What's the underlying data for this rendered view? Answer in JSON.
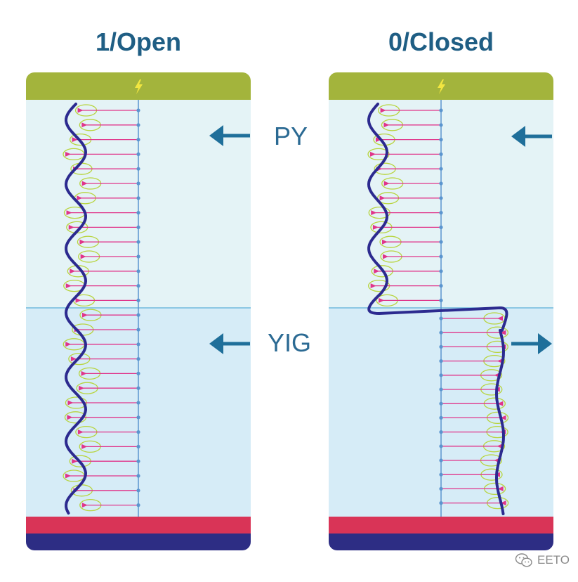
{
  "panels": {
    "open": {
      "title": "1/Open"
    },
    "closed": {
      "title": "0/Closed"
    }
  },
  "layers": {
    "top": "PY",
    "bottom": "YIG"
  },
  "watermark": {
    "text": "EETO"
  },
  "colors": {
    "title": "#1f5e84",
    "label": "#2b6a93",
    "electrode": "#a3b43c",
    "bolt": "#f2e640",
    "py_layer": "#e4f3f6",
    "yig_layer": "#d6ecf7",
    "bottom_red": "#d93457",
    "bottom_navy": "#2d2d84",
    "arrow": "#1f6f9a",
    "spin_wave": "#2c2a8f",
    "spin_arrow": "#e0358a",
    "precession": "#b8d43f",
    "axis": "#5b95cf"
  },
  "icons": {
    "bolt": "lightning-bolt-icon",
    "arrow": "arrow-left-icon",
    "watermark": "wechat-icon"
  }
}
